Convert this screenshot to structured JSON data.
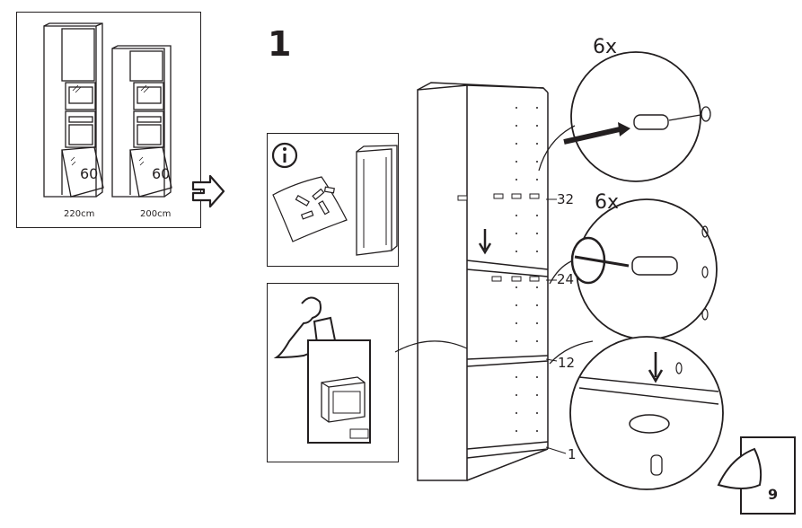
{
  "step": {
    "number": "1"
  },
  "overview": {
    "cabinet_large_depth": "60",
    "cabinet_small_depth": "60",
    "cabinet_large_height": "220cm",
    "cabinet_small_height": "200cm"
  },
  "callouts": {
    "dowels_qty": "6x",
    "cam_screws_qty": "6x"
  },
  "hole_labels": {
    "top_shelf": "32",
    "middle_shelf": "24",
    "lower_shelf": "12",
    "bottom": "1"
  },
  "next_page": {
    "number": "9"
  }
}
